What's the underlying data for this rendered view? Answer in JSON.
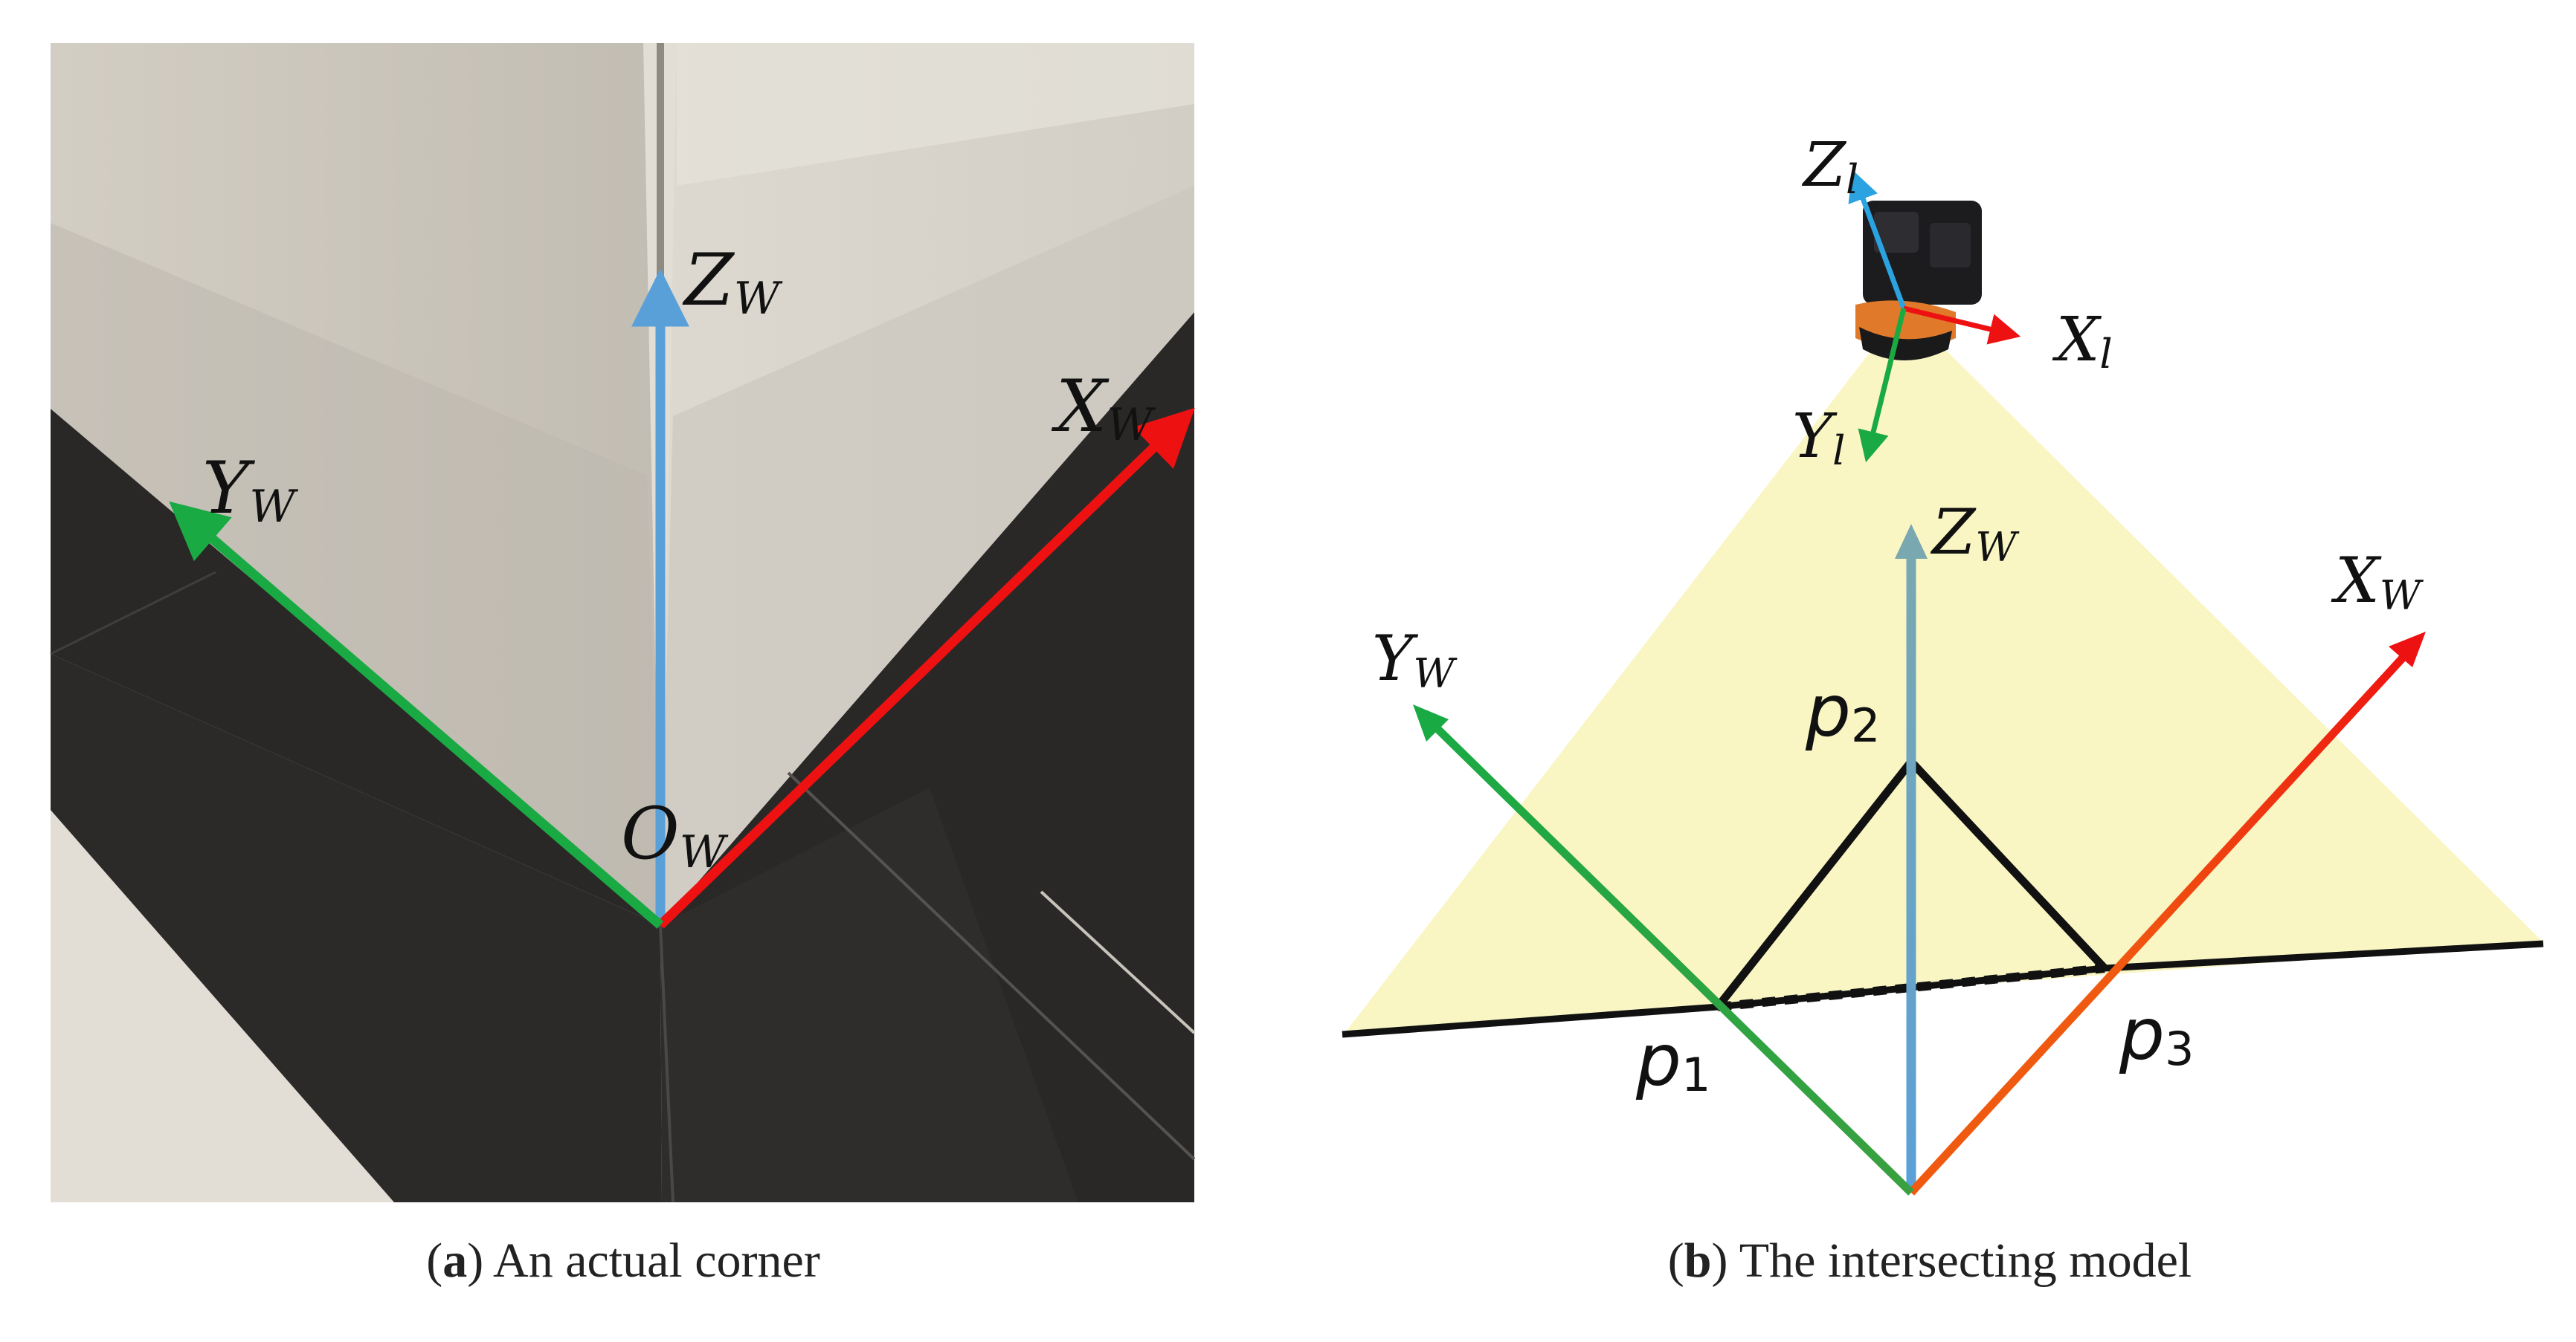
{
  "colors": {
    "x_axis": "#ee1111",
    "y_axis": "#1aaa44",
    "z_axis": "#5aa0d8",
    "light_plane": "#f9f6c4",
    "line": "#111111"
  },
  "panel_a": {
    "labels": {
      "zw": {
        "main": "Z",
        "sub": "W"
      },
      "xw": {
        "main": "X",
        "sub": "W"
      },
      "yw": {
        "main": "Y",
        "sub": "W"
      },
      "ow": {
        "main": "O",
        "sub": "W"
      }
    },
    "caption": {
      "letter": "a",
      "text": "An actual corner"
    }
  },
  "panel_b": {
    "labels": {
      "zl": {
        "main": "Z",
        "sub": "l"
      },
      "xl": {
        "main": "X",
        "sub": "l"
      },
      "yl": {
        "main": "Y",
        "sub": "l"
      },
      "zw": {
        "main": "Z",
        "sub": "W"
      },
      "xw": {
        "main": "X",
        "sub": "W"
      },
      "yw": {
        "main": "Y",
        "sub": "W"
      },
      "p1": {
        "main": "p",
        "sub": "1"
      },
      "p2": {
        "main": "p",
        "sub": "2"
      },
      "p3": {
        "main": "p",
        "sub": "3"
      }
    },
    "caption": {
      "letter": "b",
      "text": "The intersecting model"
    }
  }
}
